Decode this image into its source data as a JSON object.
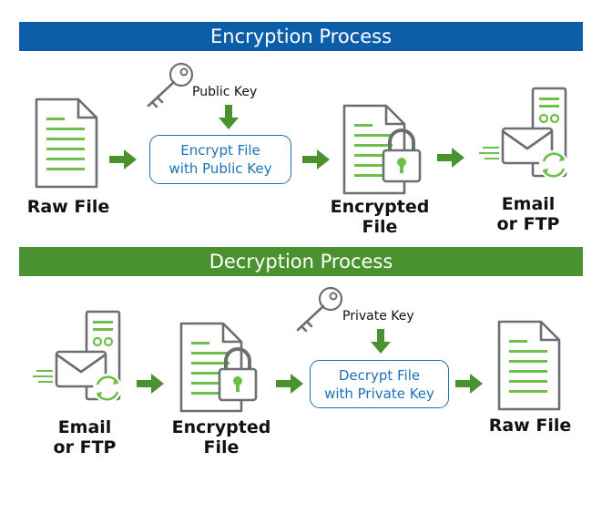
{
  "encryption": {
    "title": "Encryption Process",
    "raw_file_label": "Raw File",
    "key_label": "Public Key",
    "process_label": "Encrypt File\nwith Public Key",
    "encrypted_label": "Encrypted\nFile",
    "transfer_label": "Email\nor FTP"
  },
  "decryption": {
    "title": "Decryption Process",
    "transfer_label": "Email\nor FTP",
    "encrypted_label": "Encrypted\nFile",
    "key_label": "Private Key",
    "process_label": "Decrypt File\nwith Private Key",
    "raw_file_label": "Raw File"
  },
  "colors": {
    "encryption_banner": "#0d5ea8",
    "decryption_banner": "#4a922f",
    "arrow": "#4a922f",
    "icon_stroke": "#6d6e71",
    "icon_accent": "#6cc04a",
    "process_box": "#1d71b8"
  },
  "icons": [
    "document-icon",
    "key-icon",
    "padlock-icon",
    "server-icon",
    "envelope-icon",
    "refresh-icon"
  ]
}
